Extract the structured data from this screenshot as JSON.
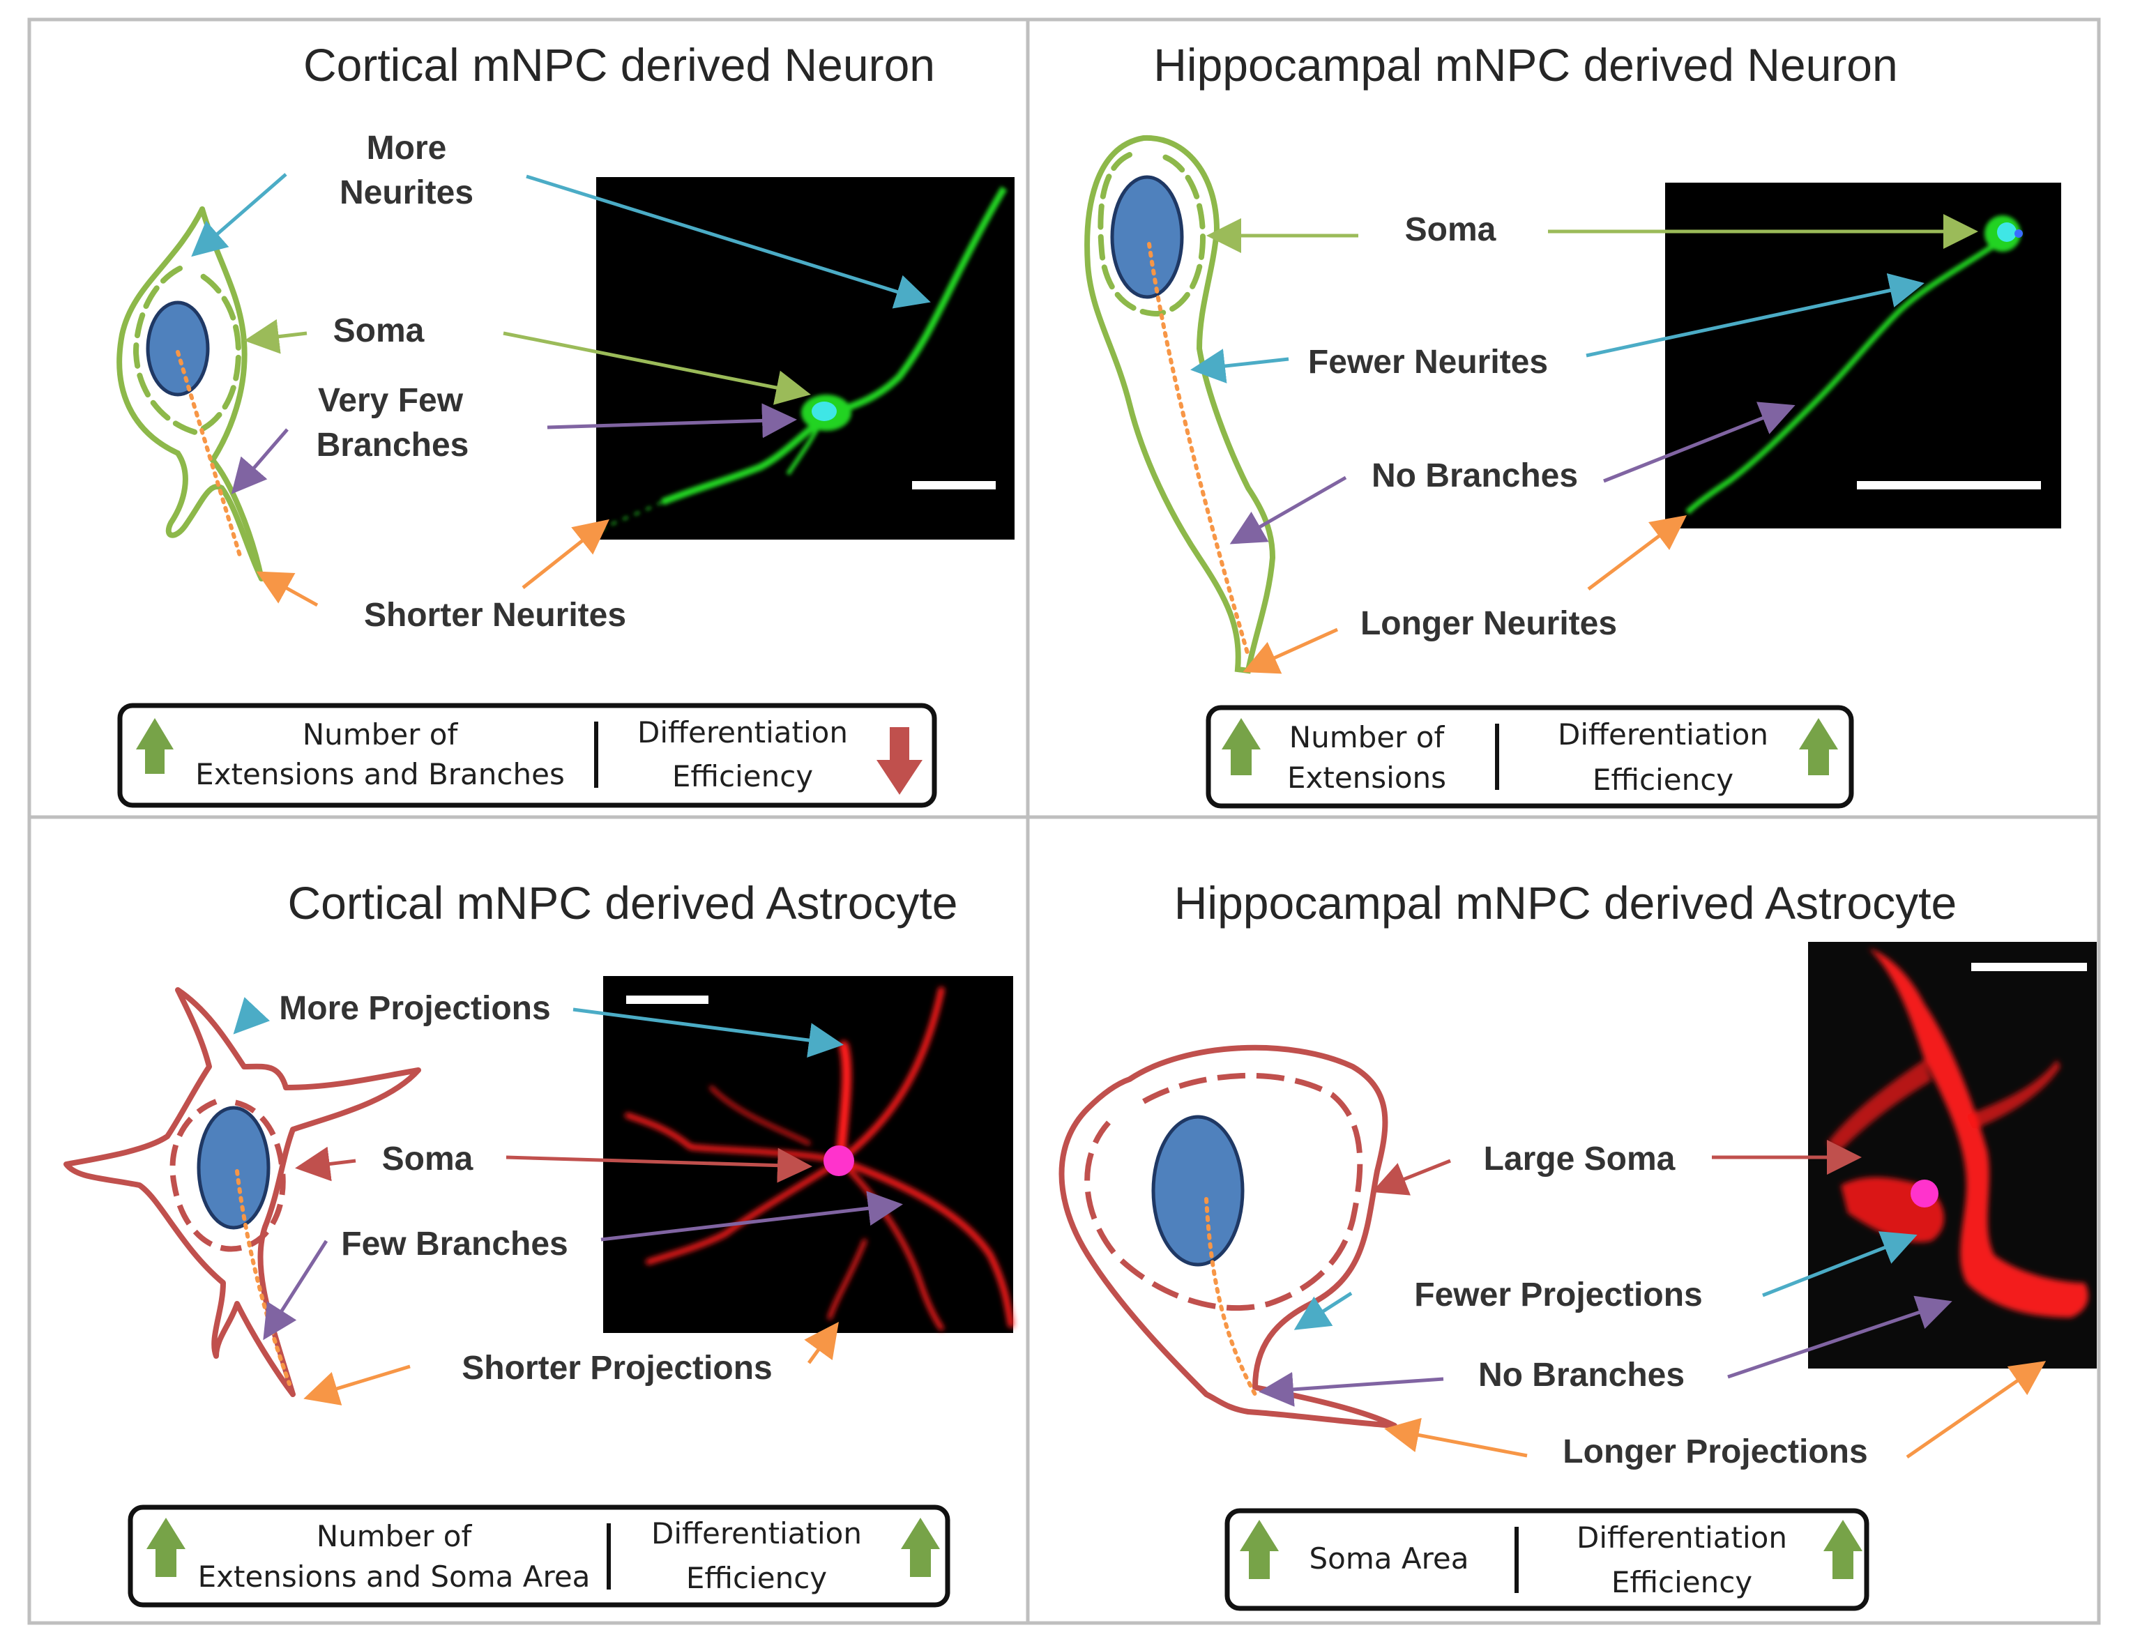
{
  "panels": {
    "cortical_neuron": {
      "title": "Cortical mNPC derived Neuron",
      "labels": {
        "more_neurites_1": "More",
        "more_neurites_2": "Neurites",
        "soma": "Soma",
        "very_few_branches_1": "Very Few",
        "very_few_branches_2": "Branches",
        "shorter_neurites": "Shorter Neurites"
      },
      "legend": {
        "left_line1": "Number of",
        "left_line2": "Extensions and Branches",
        "left_arrow": "up",
        "right_line1": "Differentiation",
        "right_line2": "Efficiency",
        "right_arrow": "down"
      }
    },
    "hippocampal_neuron": {
      "title": "Hippocampal mNPC derived Neuron",
      "labels": {
        "soma": "Soma",
        "fewer_neurites": "Fewer  Neurites",
        "no_branches": "No Branches",
        "longer_neurites": "Longer Neurites"
      },
      "legend": {
        "left_line1": "Number of",
        "left_line2": "Extensions",
        "left_arrow": "up",
        "right_line1": "Differentiation",
        "right_line2": "Efficiency",
        "right_arrow": "up"
      }
    },
    "cortical_astrocyte": {
      "title": "Cortical mNPC derived Astrocyte",
      "labels": {
        "more_projections": "More Projections",
        "soma": "Soma",
        "few_branches": "Few Branches",
        "shorter_projections": "Shorter Projections"
      },
      "legend": {
        "left_line1": "Number of",
        "left_line2": "Extensions and Soma Area",
        "left_arrow": "up",
        "right_line1": "Differentiation",
        "right_line2": "Efficiency",
        "right_arrow": "up"
      }
    },
    "hippocampal_astrocyte": {
      "title": "Hippocampal mNPC derived Astrocyte",
      "labels": {
        "large_soma": "Large Soma",
        "fewer_projections": "Fewer  Projections",
        "no_branches": "No Branches",
        "longer_projections": "Longer Projections"
      },
      "legend": {
        "left_line1": "Soma Area",
        "left_arrow": "up",
        "right_line1": "Differentiation",
        "right_line2": "Efficiency",
        "right_arrow": "up"
      }
    }
  },
  "colors": {
    "neuron_outline": "#8db84a",
    "astrocyte_outline": "#c0504d",
    "nucleus_fill": "#4f81bd",
    "nucleus_stroke": "#1f3864",
    "axon_dots": "#f79646",
    "arrow_blue": "#4bacc6",
    "arrow_green": "#9bbb59",
    "arrow_purple": "#8064a2",
    "arrow_orange": "#f79646",
    "arrow_red": "#c0504d",
    "legend_up": "#77a348",
    "legend_down": "#c0504d",
    "micrograph_bg": "#000000",
    "neuron_fluor": "#22d322",
    "astro_fluor": "#ff1a1a",
    "grid_line": "#bfbfbf"
  }
}
